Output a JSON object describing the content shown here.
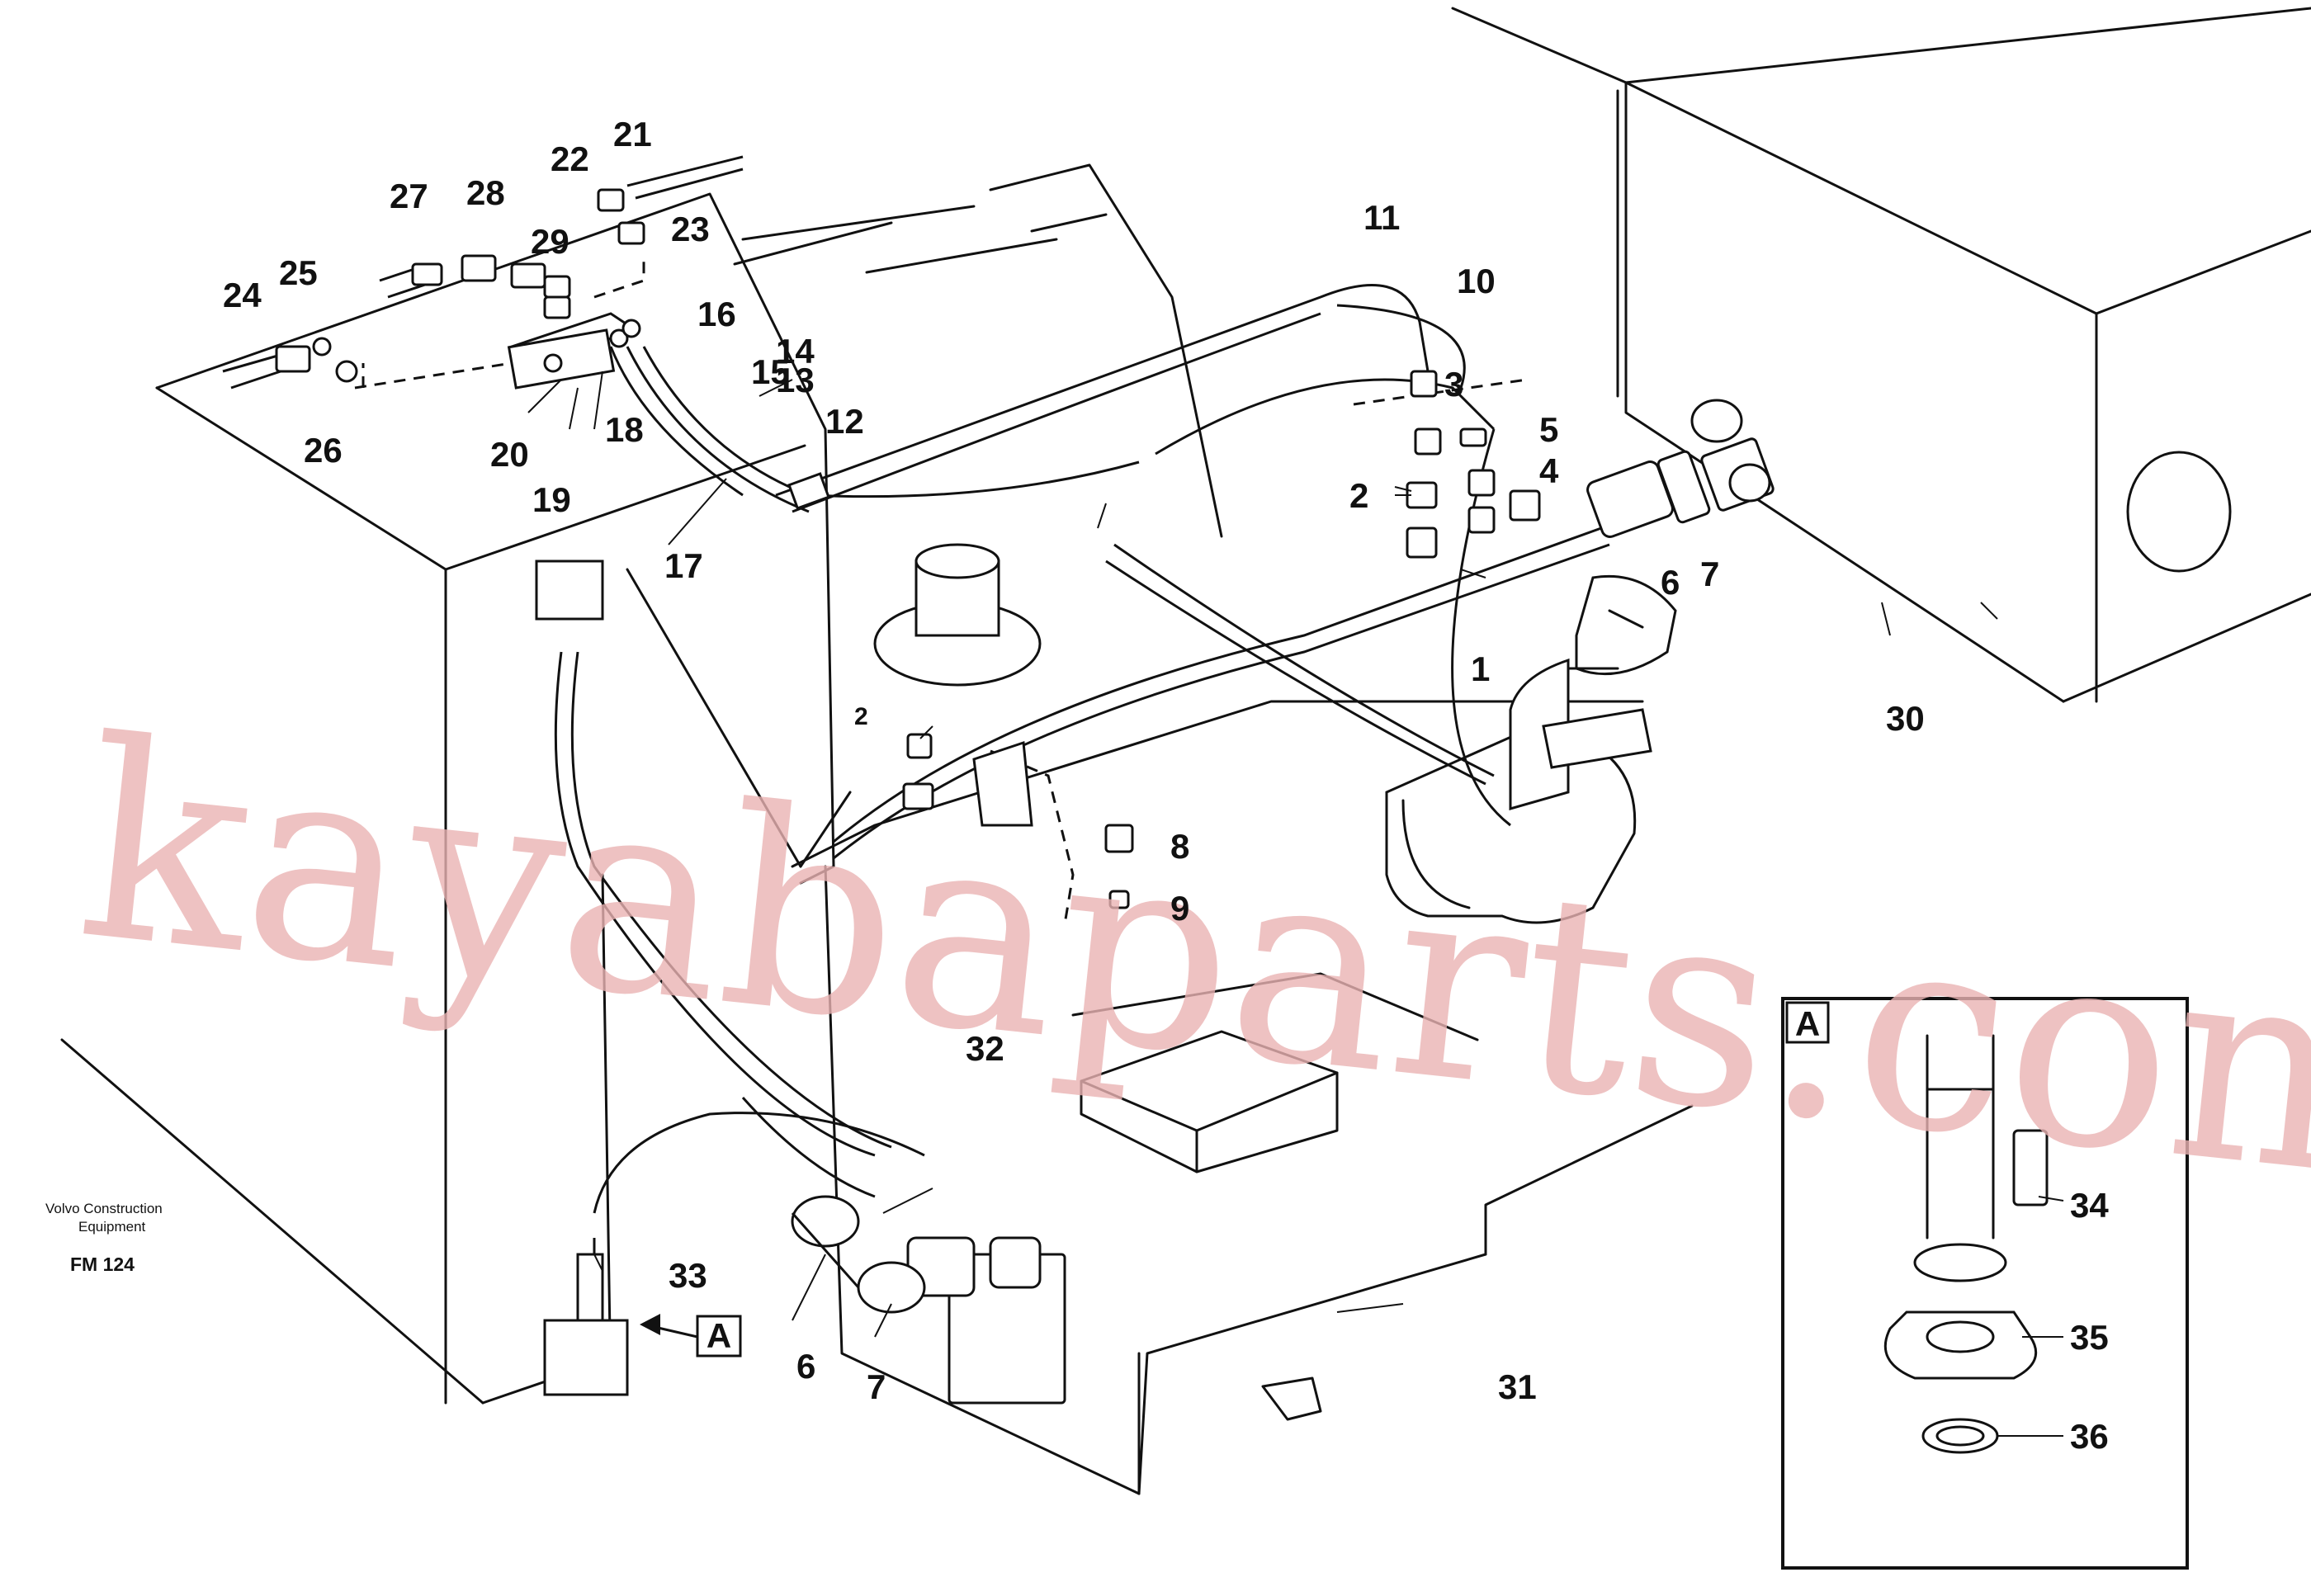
{
  "diagram": {
    "maker_line1": "Volvo Construction",
    "maker_line2": "Equipment",
    "drawing_code": "FM 124",
    "watermark": "kayabaparts.com",
    "detail_view": {
      "letter": "A"
    },
    "view_marker": "A",
    "part_labels": [
      "1",
      "2",
      "2",
      "3",
      "4",
      "5",
      "6",
      "6",
      "7",
      "7",
      "8",
      "9",
      "10",
      "11",
      "12",
      "13",
      "14",
      "15",
      "16",
      "17",
      "18",
      "19",
      "20",
      "21",
      "22",
      "23",
      "24",
      "25",
      "26",
      "27",
      "28",
      "29",
      "30",
      "31",
      "32",
      "33",
      "34",
      "35",
      "36"
    ]
  }
}
